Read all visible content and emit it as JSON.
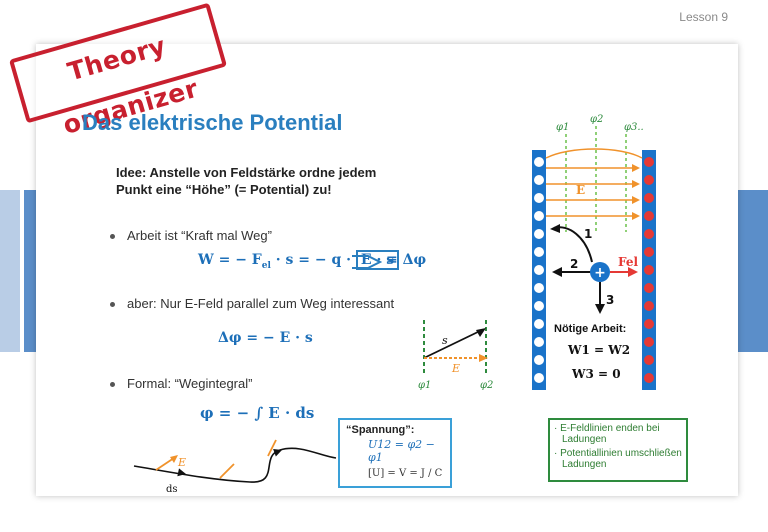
{
  "header": {
    "lesson": "Lesson 9"
  },
  "stamp": {
    "text": "Theory organizer"
  },
  "slide": {
    "title": "Das elektrische Potential",
    "idea": "Idee: Anstelle von Feldstärke ordne jedem Punkt eine “Höhe” (= Potential) zu!",
    "bullets": [
      "Arbeit ist “Kraft mal Weg”",
      "aber: Nur E-Feld parallel zum Weg interessant",
      "Formal: “Wegintegral”"
    ],
    "formulas": {
      "work": "W = − F",
      "work_sub": "el",
      "work_rest": " · s = − q · ",
      "work_box": "E · s",
      "equiv": "≡ Δφ",
      "delta_phi": "Δφ = − E · s",
      "phi_integral": "φ = − ∫ E · ds"
    },
    "vector_fig": {
      "s": "s",
      "E": "E",
      "phi1": "φ1",
      "phi2": "φ2"
    },
    "curve_fig": {
      "E": "E",
      "ds": "ds"
    },
    "spannung": {
      "title": "“Spannung”:",
      "eq": "U12 = φ2 − φ1",
      "unit": "[U] = V = J / C"
    },
    "capacitor": {
      "phi_labels": [
        "φ1",
        "φ2",
        "φ3.."
      ],
      "E_label": "E",
      "Fel_label": "Fel",
      "arrow_labels": [
        "1",
        "2",
        "3"
      ],
      "charge_plus": "+",
      "charge_minus": "−",
      "work_title": "Nötige Arbeit:",
      "work_eq1": "W1 = W2",
      "work_eq2": "W3 = 0"
    },
    "notes": [
      "E-Feldlinien enden bei Ladungen",
      "Potentiallinien umschließen Ladungen"
    ]
  },
  "colors": {
    "title": "#2a7fbf",
    "formula": "#1d6fb8",
    "stamp": "#c8202f",
    "field": "#f0922b",
    "equipotential": "#6cc04a",
    "plate": "#1a73c9"
  }
}
